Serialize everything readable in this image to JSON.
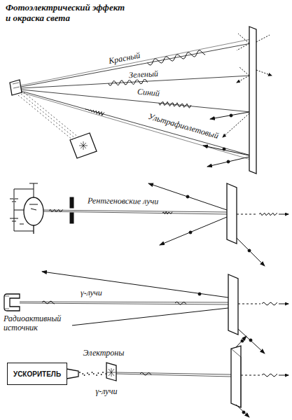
{
  "diagram": {
    "title": "Фотоэлектрический эффект и окраска света",
    "nodes": [
      {
        "text": [
          "УСКОРИТЕЛЬ"
        ]
      }
    ],
    "labels": [
      "Красный",
      "Зеленый",
      "Синий",
      "Ультрафиолетовый",
      "Рентгеновские лучи",
      "γ-лучи",
      "Радиоактивный источник",
      "Электроны",
      "γ-лучи"
    ]
  }
}
